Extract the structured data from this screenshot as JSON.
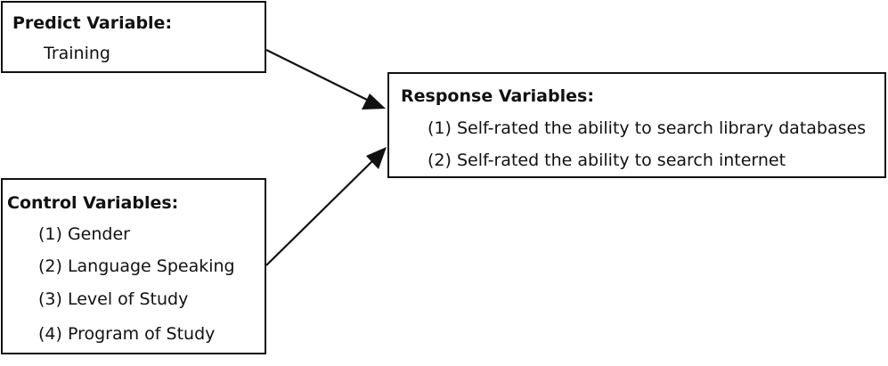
{
  "predict": {
    "title": "Predict Variable:",
    "items": [
      "Training"
    ]
  },
  "response": {
    "title": "Response Variables:",
    "items": [
      "(1) Self-rated the ability to search library databases",
      "(2) Self-rated the ability to search internet"
    ]
  },
  "control": {
    "title": "Control Variables:",
    "items": [
      "(1) Gender",
      "(2) Language Speaking",
      "(3) Level of Study",
      "(4) Program of Study"
    ]
  },
  "colors": {
    "line": "#111111",
    "background": "#ffffff"
  }
}
